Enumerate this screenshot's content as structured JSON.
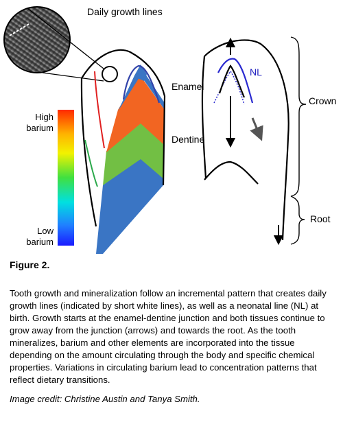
{
  "figure": {
    "daily_growth_lines_label": "Daily growth lines",
    "enamel_label": "Enamel",
    "dentine_label": "Dentine",
    "nl_label": "NL",
    "crown_label": "Crown",
    "root_label": "Root",
    "legend": {
      "high_line1": "High",
      "high_line2": "barium",
      "low_line1": "Low",
      "low_line2": "barium"
    },
    "colors": {
      "enamel_line": "#3344aa",
      "dentine_orange": "#f26522",
      "dentine_green": "#72bf44",
      "dentine_blue": "#3a75c4",
      "red_line": "#e02020",
      "green_line": "#2aa84a"
    }
  },
  "caption": {
    "title": "Figure 2.",
    "body": "Tooth growth and mineralization follow an incremental pattern that creates daily growth lines (indicated by short white lines), as well as a neonatal line (NL) at birth. Growth starts at the enamel-dentine junction and both tissues continue to grow away from the junction (arrows) and towards the root. As the tooth mineralizes, barium and other elements are incorporated into the tissue depending on the amount circulating through the body and specific chemical properties. Variations in circulating barium lead to concentration patterns that reflect dietary transitions.",
    "credit": "Image credit: Christine Austin and Tanya Smith."
  }
}
